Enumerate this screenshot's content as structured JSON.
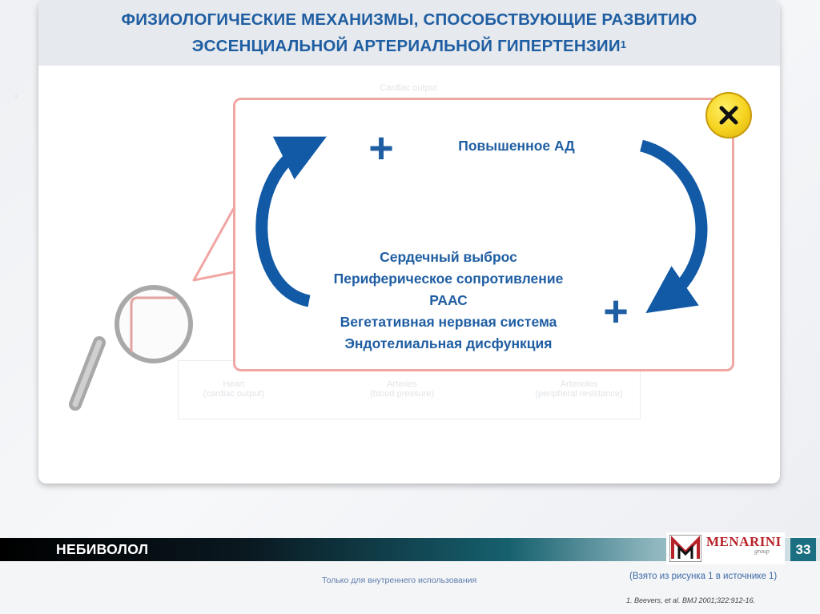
{
  "slide": {
    "title_line1": "ФИЗИОЛОГИЧЕСКИЕ МЕХАНИЗМЫ, СПОСОБСТВУЮЩИЕ РАЗВИТИЮ",
    "title_line2": "ЭССЕНЦИАЛЬНОЙ АРТЕРИАЛЬНОЙ ГИПЕРТЕНЗИИ",
    "title_superscript": "1"
  },
  "background_figure": {
    "top_label": "Cardiac output",
    "labels": [
      {
        "line1": "Heart",
        "line2": "(cardiac output)"
      },
      {
        "line1": "Arteries",
        "line2": "(blood pressure)"
      },
      {
        "line1": "Arterioles",
        "line2": "(peripheral resistance)"
      }
    ]
  },
  "popup": {
    "top_label": "Повышенное АД",
    "mechanisms": [
      "Сердечный выброс",
      "Периферическое сопротивление",
      "РААС",
      "Вегетативная нервная система",
      "Эндотелиальная дисфункция"
    ],
    "plus_symbol": "+",
    "close_icon": "close-icon"
  },
  "footer": {
    "product": "НЕБИВОЛОЛ",
    "logo_text": "MENARINI",
    "logo_sub": "group",
    "page_number": "33",
    "internal_use": "Только для внутреннего использования",
    "source_note": "(Взято из рисунка 1 в источнике 1)",
    "reference": "1. Beevers, et al. BMJ 2001;322:912-16."
  },
  "colors": {
    "title_blue": "#1f5ea2",
    "arrow_blue": "#1259a6",
    "popup_border": "#f0a6a3",
    "close_yellow": "#f5d31f",
    "logo_red": "#b8232a"
  }
}
